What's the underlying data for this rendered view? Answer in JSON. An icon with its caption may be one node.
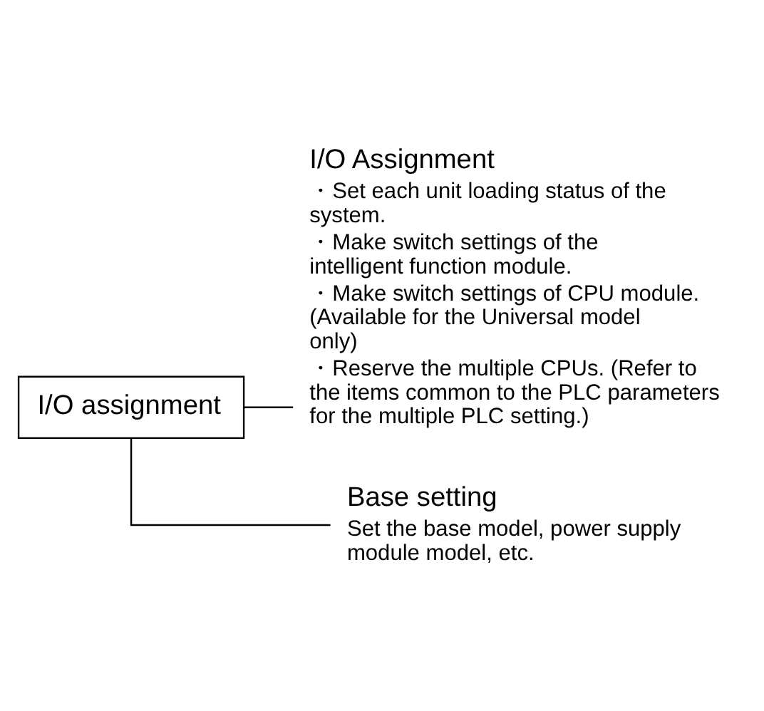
{
  "diagram": {
    "nodes": [
      {
        "text": [
          "I/O assignment"
        ]
      },
      {
        "text": [
          "I/O Assignment",
          "・Set each unit loading status of the system.",
          "・Make switch settings of the intelligent function module.",
          "・Make switch settings of CPU module. (Available for the Universal model only)",
          "・Reserve the multiple CPUs. (Refer to the items common to the PLC parameters for the multiple PLC setting.)"
        ]
      },
      {
        "text": [
          "Base setting",
          "Set the base model, power supply module model, etc."
        ]
      }
    ],
    "edges": [
      {
        "from": 0,
        "to": 1,
        "arrow": "none"
      },
      {
        "from": 0,
        "to": 2,
        "arrow": "none"
      }
    ]
  }
}
